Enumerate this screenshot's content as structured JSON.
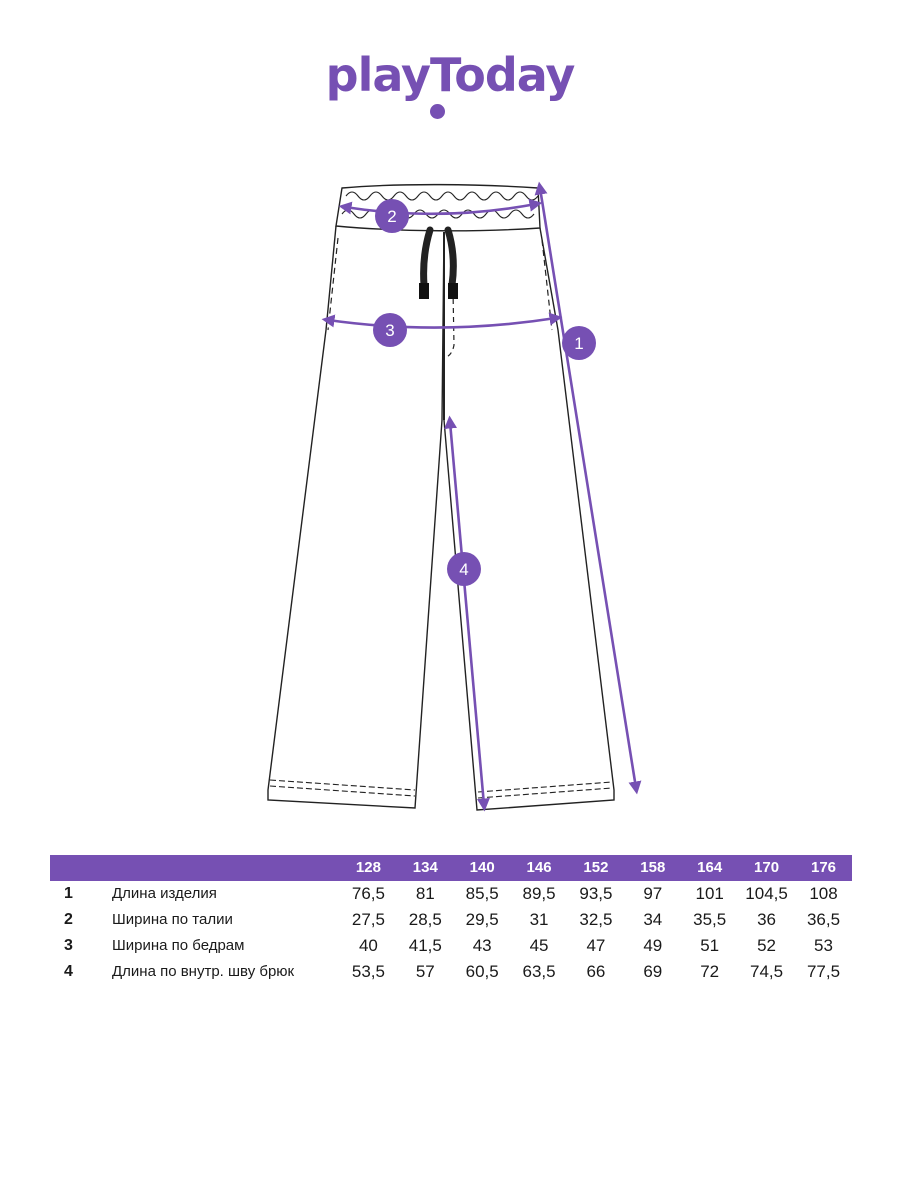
{
  "brand": {
    "logo_text": "playToday",
    "color": "#7650b3"
  },
  "callouts": [
    {
      "id": "1"
    },
    {
      "id": "2"
    },
    {
      "id": "3"
    },
    {
      "id": "4"
    }
  ],
  "table": {
    "header_color": "#7650b3",
    "sizes": [
      "128",
      "134",
      "140",
      "146",
      "152",
      "158",
      "164",
      "170",
      "176"
    ],
    "rows": [
      {
        "num": "1",
        "label": "Длина изделия",
        "values": [
          "76,5",
          "81",
          "85,5",
          "89,5",
          "93,5",
          "97",
          "101",
          "104,5",
          "108"
        ]
      },
      {
        "num": "2",
        "label": "Ширина по талии",
        "values": [
          "27,5",
          "28,5",
          "29,5",
          "31",
          "32,5",
          "34",
          "35,5",
          "36",
          "36,5"
        ]
      },
      {
        "num": "3",
        "label": "Ширина по бедрам",
        "values": [
          "40",
          "41,5",
          "43",
          "45",
          "47",
          "49",
          "51",
          "52",
          "53"
        ]
      },
      {
        "num": "4",
        "label": "Длина по внутр. шву брюк",
        "values": [
          "53,5",
          "57",
          "60,5",
          "63,5",
          "66",
          "69",
          "72",
          "74,5",
          "77,5"
        ]
      }
    ]
  }
}
